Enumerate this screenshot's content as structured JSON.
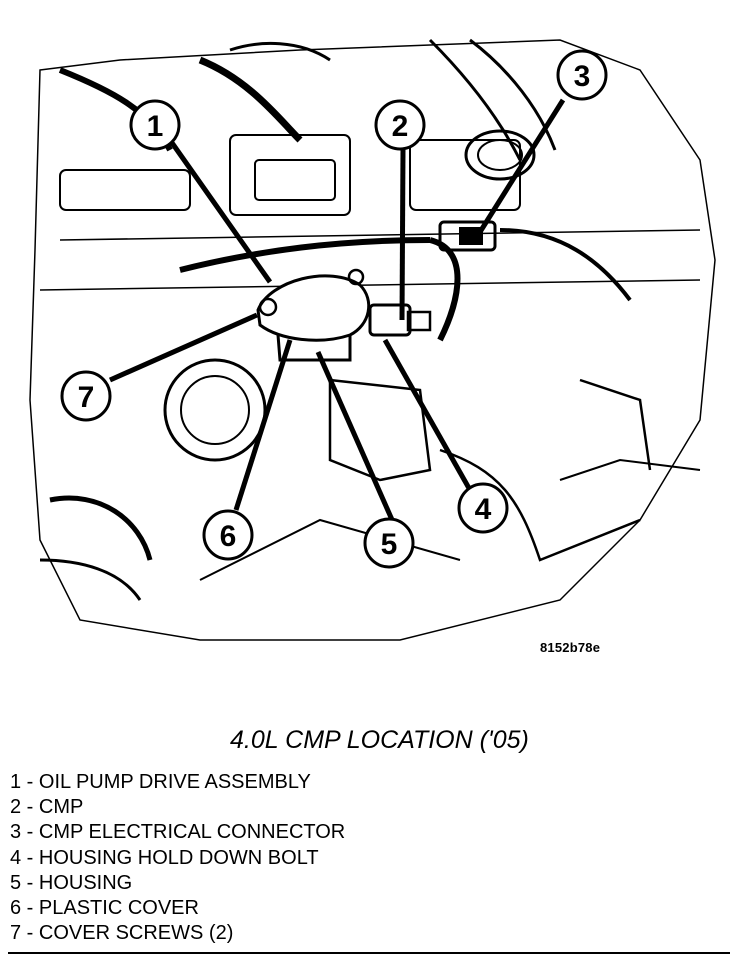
{
  "figure": {
    "code": "8152b78e",
    "callouts": [
      "1",
      "2",
      "3",
      "4",
      "5",
      "6",
      "7"
    ]
  },
  "caption": "4.0L CMP LOCATION ('05)",
  "legend": [
    {
      "text": "1 - OIL PUMP DRIVE ASSEMBLY"
    },
    {
      "text": "2 - CMP"
    },
    {
      "text": "3 - CMP ELECTRICAL CONNECTOR"
    },
    {
      "text": "4 - HOUSING HOLD DOWN BOLT"
    },
    {
      "text": "5 - HOUSING"
    },
    {
      "text": "6 - PLASTIC COVER"
    },
    {
      "text": "7 - COVER SCREWS (2)"
    }
  ]
}
